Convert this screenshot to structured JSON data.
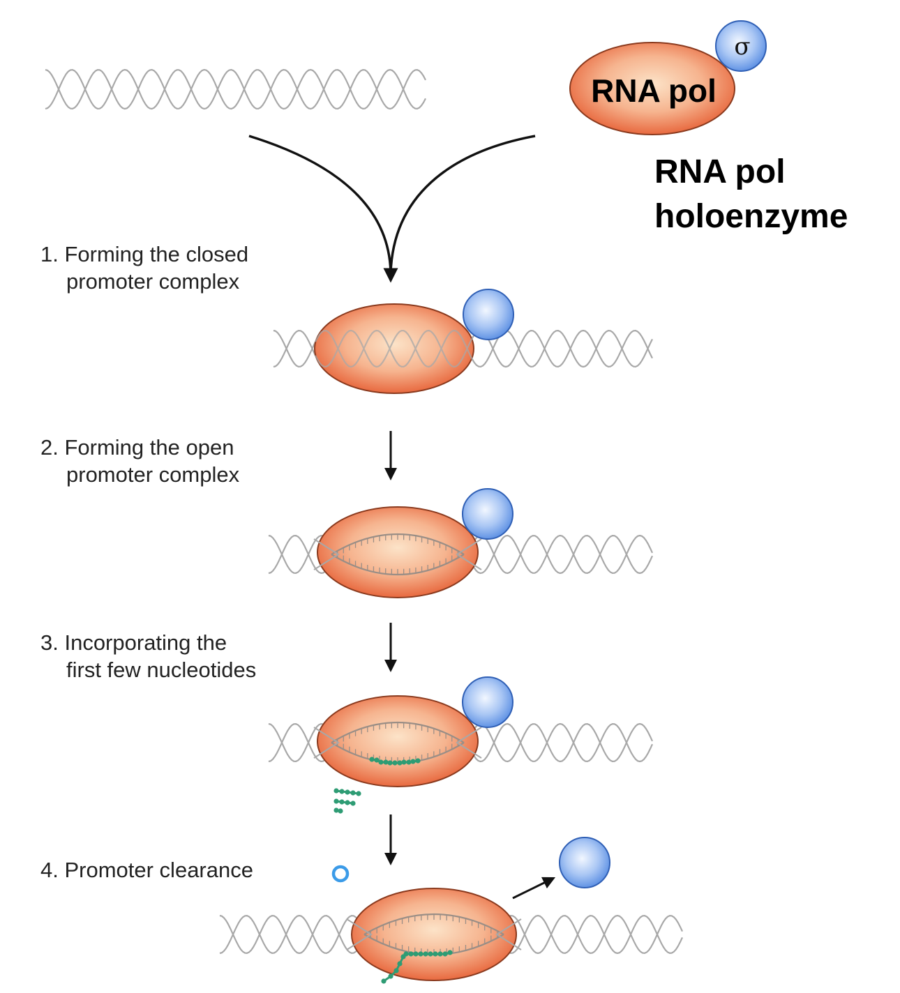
{
  "diagram": {
    "top": {
      "enzyme_label": "RNA pol",
      "sigma_symbol": "σ",
      "holoenzyme_line1": "RNA pol",
      "holoenzyme_line2": "holoenzyme"
    },
    "steps": [
      {
        "line1": "1. Forming the closed",
        "line2": "promoter complex"
      },
      {
        "line1": "2. Forming the open",
        "line2": "promoter complex"
      },
      {
        "line1": "3. Incorporating the",
        "line2": "first few nucleotides"
      },
      {
        "line1": "4. Promoter clearance",
        "line2": ""
      }
    ],
    "colors": {
      "polymerase_core": "#FCE3C8",
      "polymerase_edge": "#E8693F",
      "polymerase_outline": "#8A3A1E",
      "sigma_core": "#F2F7FF",
      "sigma_edge": "#5B8FE3",
      "sigma_outline": "#2F5FB5",
      "dna": "#A8A8A8",
      "rna": "#2E9C74",
      "nucleotide_ring": "#3B9BE8",
      "arrow": "#111111"
    }
  }
}
